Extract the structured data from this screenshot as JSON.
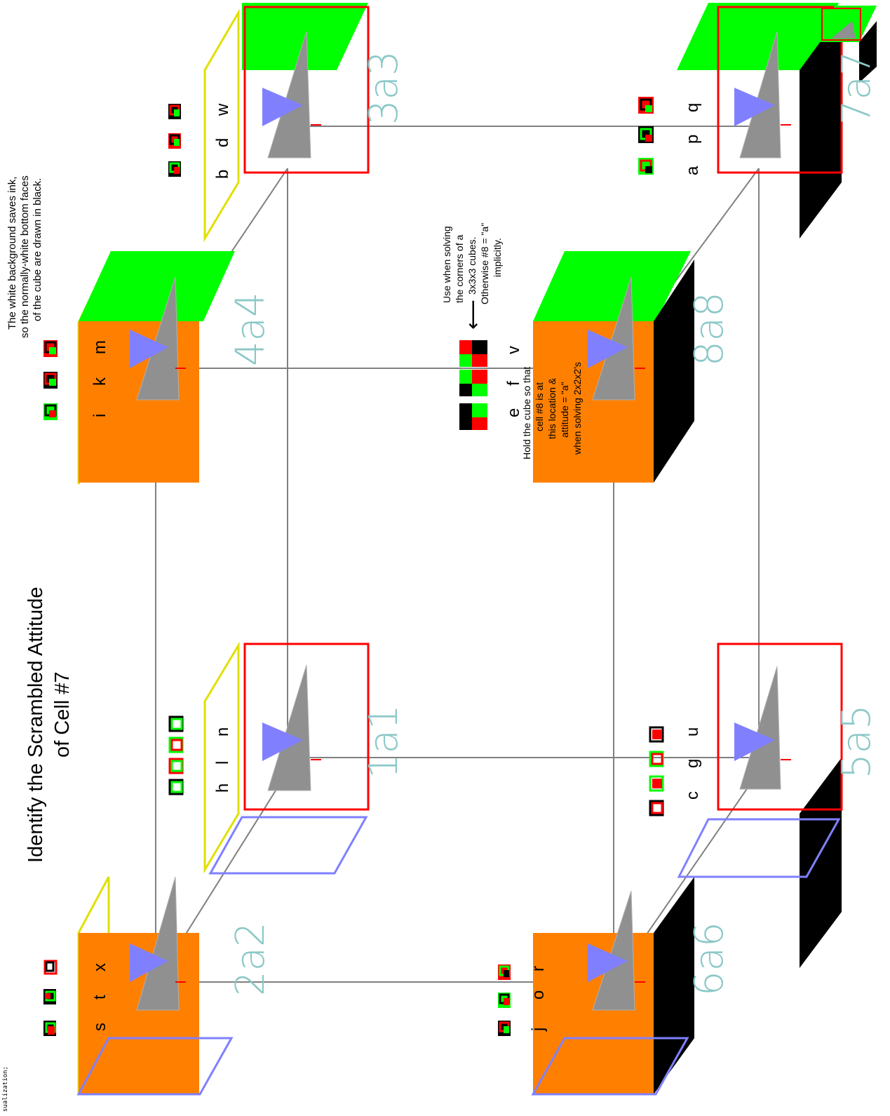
{
  "title": {
    "line1": "Identify the Scrambled Attitude",
    "line2": "of Cell #7"
  },
  "corner_note": {
    "line1": "sualization;"
  },
  "ink_note": {
    "line1": "The white background saves ink,",
    "line2": "so the normally-white bottom faces",
    "line3": "of the cube are drawn in black."
  },
  "solving_note": {
    "line1": "Use when solving",
    "line2": "the corners of a",
    "line3": "3x3x3 cubes.",
    "line4": "Otherwise #8 = \"a\"",
    "line5": "implicitly.",
    "arrow": "⟵"
  },
  "hold_note": {
    "line1": "Hold the cube so that",
    "line2": "cell #8 is at",
    "line3": "this location &",
    "line4": "attitude = \"a\"",
    "line5": "when solving 2x2x2's"
  },
  "cells": [
    {
      "id": "1",
      "label": "1a1",
      "letters": [
        "h",
        "l",
        "n"
      ]
    },
    {
      "id": "2",
      "label": "2a2",
      "letters": [
        "s",
        "t",
        "x"
      ]
    },
    {
      "id": "3",
      "label": "3a3",
      "letters": [
        "b",
        "d",
        "w"
      ]
    },
    {
      "id": "4",
      "label": "4a4",
      "letters": [
        "i",
        "k",
        "m"
      ]
    },
    {
      "id": "5",
      "label": "5a5",
      "letters": [
        "c",
        "g",
        "u"
      ]
    },
    {
      "id": "6",
      "label": "6a6",
      "letters": [
        "j",
        "o",
        "r"
      ]
    },
    {
      "id": "7",
      "label": "7a7",
      "letters": [
        "a",
        "p",
        "q"
      ]
    },
    {
      "id": "8",
      "label": "8a8",
      "letters": [
        "e",
        "f",
        "v"
      ]
    }
  ],
  "colors": {
    "orange": "#ff8000",
    "green": "#00ff00",
    "red": "#ff0000",
    "yellow": "#e0e000",
    "blue": "#8080ff",
    "gray": "#808080",
    "black": "#000000",
    "label": "#8cc8c8"
  }
}
